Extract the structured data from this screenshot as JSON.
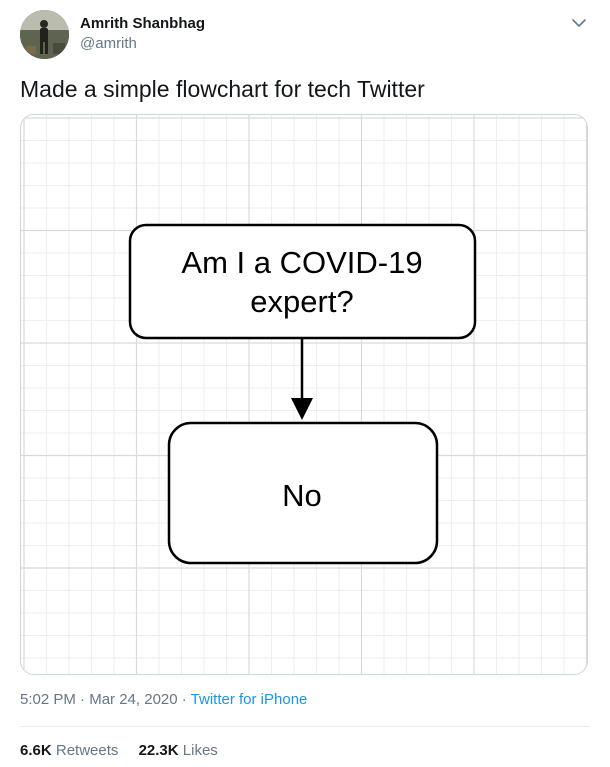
{
  "author": {
    "name": "Amrith Shanbhag",
    "handle": "@amrith"
  },
  "tweet": {
    "text": "Made a simple flowchart for tech Twitter"
  },
  "flowchart": {
    "question": [
      "Am I a COVID-19",
      "expert?"
    ],
    "answer": "No"
  },
  "meta": {
    "time": "5:02 PM",
    "separator_1": " · ",
    "date": "Mar 24, 2020",
    "separator_2": " · ",
    "source": "Twitter for iPhone"
  },
  "stats": {
    "retweets_count": "6.6K",
    "retweets_label": "Retweets",
    "likes_count": "22.3K",
    "likes_label": "Likes"
  },
  "colors": {
    "name": "#14171a",
    "secondary": "#657786",
    "link": "#1b95e0",
    "grid_minor": "#eeeeee",
    "grid_major": "#dadada"
  },
  "icons": [
    "avatar-photo",
    "chevron-down-icon",
    "flowchart-arrow"
  ]
}
